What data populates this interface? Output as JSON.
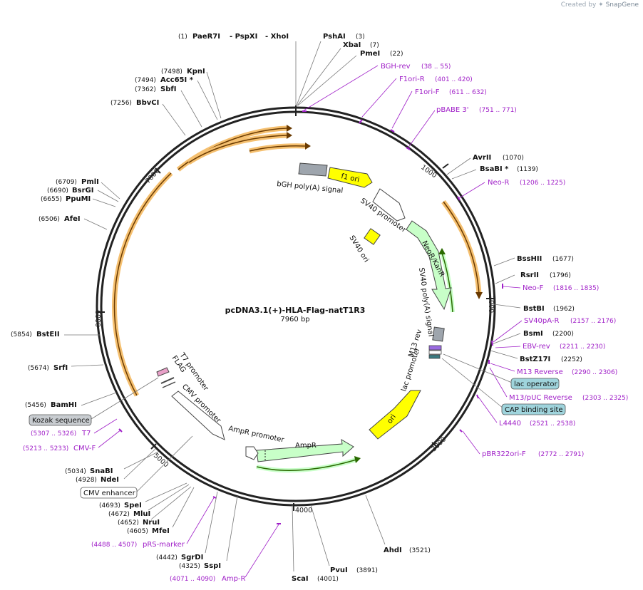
{
  "brand": {
    "created_by": "Created by",
    "app": "SnapGene"
  },
  "plasmid": {
    "name": "pcDNA3.1(+)-HLA-Flag-natT1R3",
    "size_label": "7960 bp"
  },
  "ticks": [
    "1000",
    "2000",
    "3000",
    "4000",
    "5000",
    "6000",
    "7000"
  ],
  "enzymes": [
    {
      "name": "PaeR7I",
      "pos": "(1)"
    },
    {
      "name": "- PspXI",
      "pos": ""
    },
    {
      "name": "- XhoI",
      "pos": ""
    },
    {
      "name": "PshAI",
      "pos": "(3)"
    },
    {
      "name": "XbaI",
      "pos": "(7)"
    },
    {
      "name": "PmeI",
      "pos": "(22)"
    },
    {
      "name": "AvrII",
      "pos": "(1070)"
    },
    {
      "name": "BsaBI *",
      "pos": "(1139)"
    },
    {
      "name": "BssHII",
      "pos": "(1677)"
    },
    {
      "name": "RsrII",
      "pos": "(1796)"
    },
    {
      "name": "BstBI",
      "pos": "(1962)"
    },
    {
      "name": "BsmI",
      "pos": "(2200)"
    },
    {
      "name": "BstZ17I",
      "pos": "(2252)"
    },
    {
      "name": "AhdI",
      "pos": "(3521)"
    },
    {
      "name": "PvuI",
      "pos": "(3891)"
    },
    {
      "name": "ScaI",
      "pos": "(4001)"
    },
    {
      "name": "SspI",
      "pos": "(4325)"
    },
    {
      "name": "SgrDI",
      "pos": "(4442)"
    },
    {
      "name": "MfeI",
      "pos": "(4605)"
    },
    {
      "name": "NruI",
      "pos": "(4652)"
    },
    {
      "name": "MluI",
      "pos": "(4672)"
    },
    {
      "name": "SpeI",
      "pos": "(4693)"
    },
    {
      "name": "NdeI",
      "pos": "(4928)"
    },
    {
      "name": "SnaBI",
      "pos": "(5034)"
    },
    {
      "name": "BamHI",
      "pos": "(5456)"
    },
    {
      "name": "SrfI",
      "pos": "(5674)"
    },
    {
      "name": "BstEII",
      "pos": "(5854)"
    },
    {
      "name": "AfeI",
      "pos": "(6506)"
    },
    {
      "name": "PpuMI",
      "pos": "(6655)"
    },
    {
      "name": "BsrGI",
      "pos": "(6690)"
    },
    {
      "name": "PmlI",
      "pos": "(6709)"
    },
    {
      "name": "BbvCI",
      "pos": "(7256)"
    },
    {
      "name": "SbfI",
      "pos": "(7362)"
    },
    {
      "name": "Acc65I *",
      "pos": "(7494)"
    },
    {
      "name": "KpnI",
      "pos": "(7498)"
    }
  ],
  "primers": [
    {
      "name": "BGH-rev",
      "range": "(38 .. 55)"
    },
    {
      "name": "F1ori-R",
      "range": "(401 .. 420)"
    },
    {
      "name": "F1ori-F",
      "range": "(611 .. 632)"
    },
    {
      "name": "pBABE 3'",
      "range": "(751 .. 771)"
    },
    {
      "name": "Neo-R",
      "range": "(1206 .. 1225)"
    },
    {
      "name": "Neo-F",
      "range": "(1816 .. 1835)"
    },
    {
      "name": "SV40pA-R",
      "range": "(2157 .. 2176)"
    },
    {
      "name": "EBV-rev",
      "range": "(2211 .. 2230)"
    },
    {
      "name": "M13 Reverse",
      "range": "(2290 .. 2306)"
    },
    {
      "name": "M13/pUC Reverse",
      "range": "(2303 .. 2325)"
    },
    {
      "name": "L4440",
      "range": "(2521 .. 2538)"
    },
    {
      "name": "pBR322ori-F",
      "range": "(2772 .. 2791)"
    },
    {
      "name": "Amp-R",
      "range": "(4071 .. 4090)"
    },
    {
      "name": "pRS-marker",
      "range": "(4488 .. 4507)"
    },
    {
      "name": "CMV-F",
      "range": "(5213 .. 5233)"
    },
    {
      "name": "T7",
      "range": "(5307 .. 5326)"
    }
  ],
  "boxed_features": [
    {
      "name": "lac operator",
      "style": "teal"
    },
    {
      "name": "CAP binding site",
      "style": "teal"
    },
    {
      "name": "Kozak sequence",
      "style": "grey"
    },
    {
      "name": "CMV enhancer",
      "style": "white"
    }
  ],
  "features": [
    {
      "name": "f1 ori",
      "color": "#ffff00"
    },
    {
      "name": "bGH poly(A) signal",
      "color": "#9ea5ad"
    },
    {
      "name": "SV40 promoter",
      "color": "#ffffff"
    },
    {
      "name": "SV40 ori",
      "color": "#ffff00"
    },
    {
      "name": "NeoR/KanR",
      "color": "#c8ffc8"
    },
    {
      "name": "SV40 poly(A) signal",
      "color": "#9ea5ad"
    },
    {
      "name": "M13 rev",
      "color": "#ffffff"
    },
    {
      "name": "lac promoter",
      "color": "#ffffff"
    },
    {
      "name": "ori",
      "color": "#ffff00"
    },
    {
      "name": "AmpR",
      "color": "#c8ffc8"
    },
    {
      "name": "AmpR promoter",
      "color": "#ffffff"
    },
    {
      "name": "CMV promoter",
      "color": "#ffffff"
    },
    {
      "name": "T7 promoter",
      "color": "#ffffff"
    },
    {
      "name": "FLAG",
      "color": "#e8a0c8"
    }
  ],
  "colors": {
    "primer": "#a020c8",
    "orf_fill": "#f5c070",
    "orf_core": "#7a4a00",
    "backbone": "#222222"
  }
}
